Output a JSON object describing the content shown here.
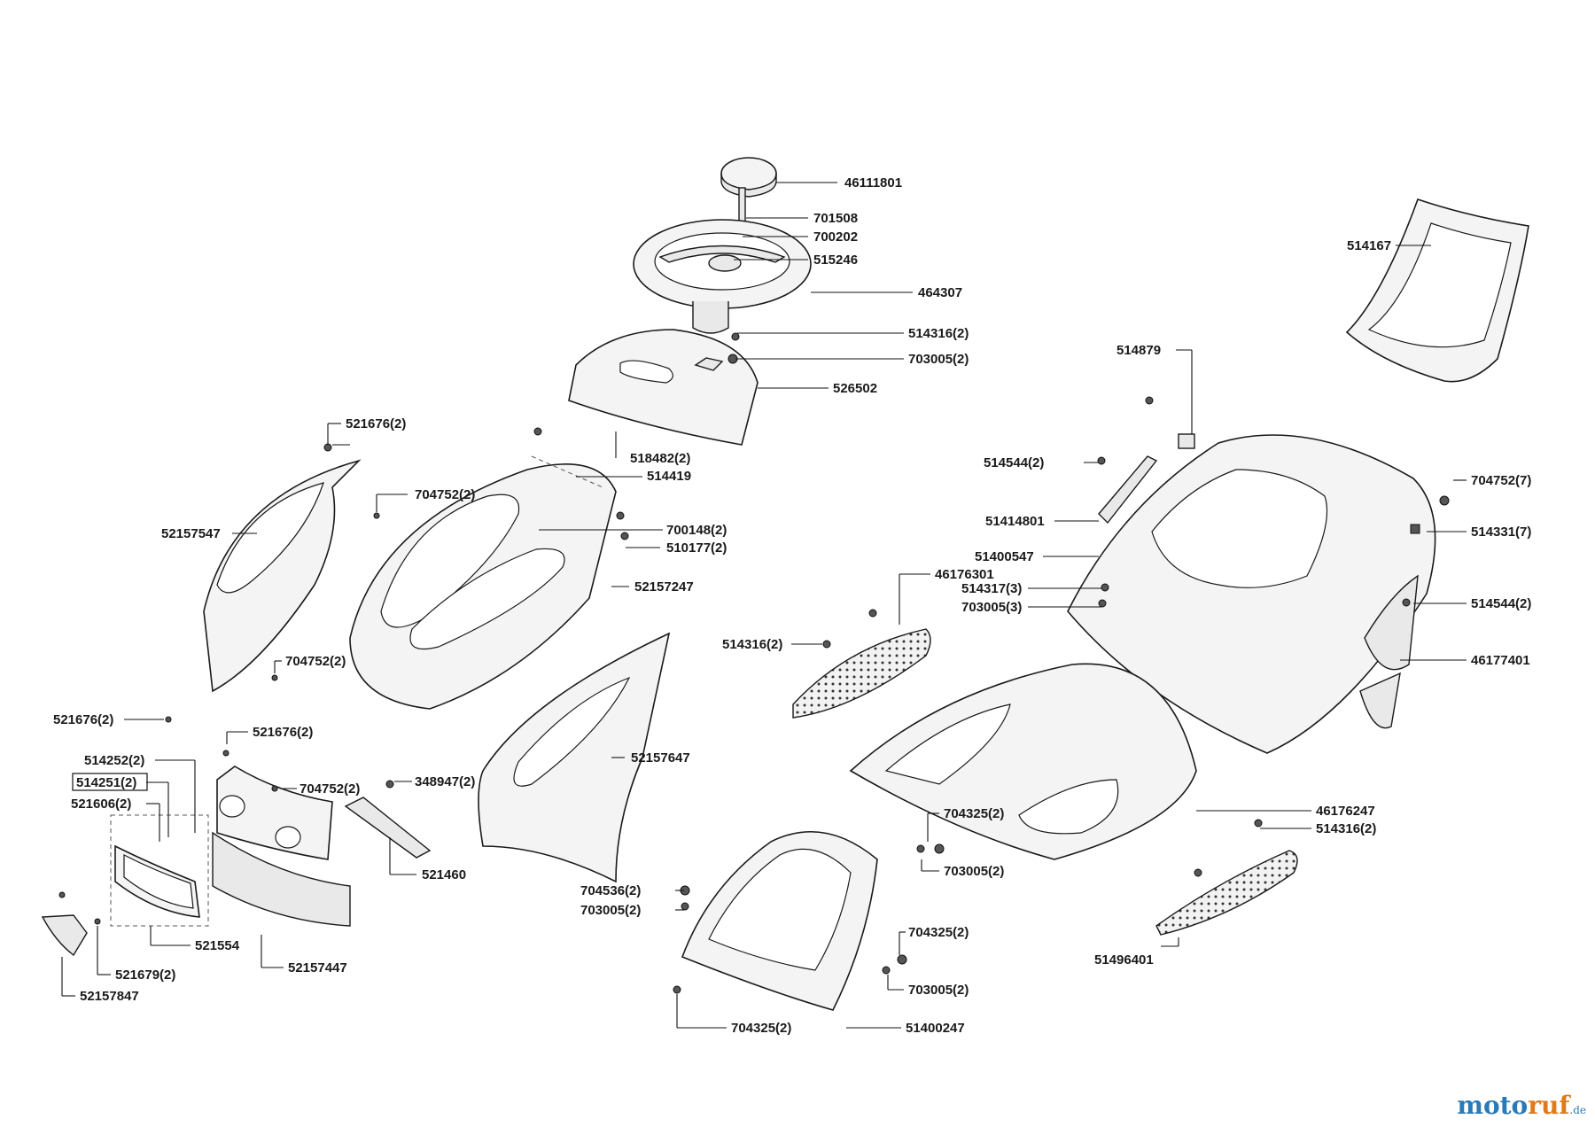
{
  "labels": {
    "p46111801": "46111801",
    "p701508": "701508",
    "p700202": "700202",
    "p515246": "515246",
    "p464307": "464307",
    "p514316_top": "514316(2)",
    "p703005_top": "703005(2)",
    "p526502": "526502",
    "p518482": "518482(2)",
    "p514419": "514419",
    "p521676_a": "521676(2)",
    "p704752_a": "704752(2)",
    "p52157547": "52157547",
    "p700148": "700148(2)",
    "p510177": "510177(2)",
    "p52157247": "52157247",
    "p704752_b": "704752(2)",
    "p521676_b": "521676(2)",
    "p521676_c": "521676(2)",
    "p514252": "514252(2)",
    "p514251": "514251(2)",
    "p521606": "521606(2)",
    "p704752_c": "704752(2)",
    "p348947": "348947(2)",
    "p521460": "521460",
    "p521554": "521554",
    "p52157447": "52157447",
    "p521679": "521679(2)",
    "p52157847": "52157847",
    "p52157647": "52157647",
    "p514167": "514167",
    "p514879": "514879",
    "p514544_a": "514544(2)",
    "p704752_d": "704752(7)",
    "p51414801": "51414801",
    "p514331": "514331(7)",
    "p51400547": "51400547",
    "p46176301": "46176301",
    "p514317": "514317(3)",
    "p703005_mid": "703005(3)",
    "p514544_b": "514544(2)",
    "p514316_mid": "514316(2)",
    "p46177401": "46177401",
    "p704325_a": "704325(2)",
    "p703005_b": "703005(2)",
    "p46176247": "46176247",
    "p514316_low": "514316(2)",
    "p704536": "704536(2)",
    "p703005_c": "703005(2)",
    "p704325_b": "704325(2)",
    "p703005_d": "703005(2)",
    "p51496401": "51496401",
    "p704325_c": "704325(2)",
    "p51400247": "51400247"
  },
  "brand": {
    "part1": "moto",
    "part2": "ruf",
    "part3": ".de"
  }
}
